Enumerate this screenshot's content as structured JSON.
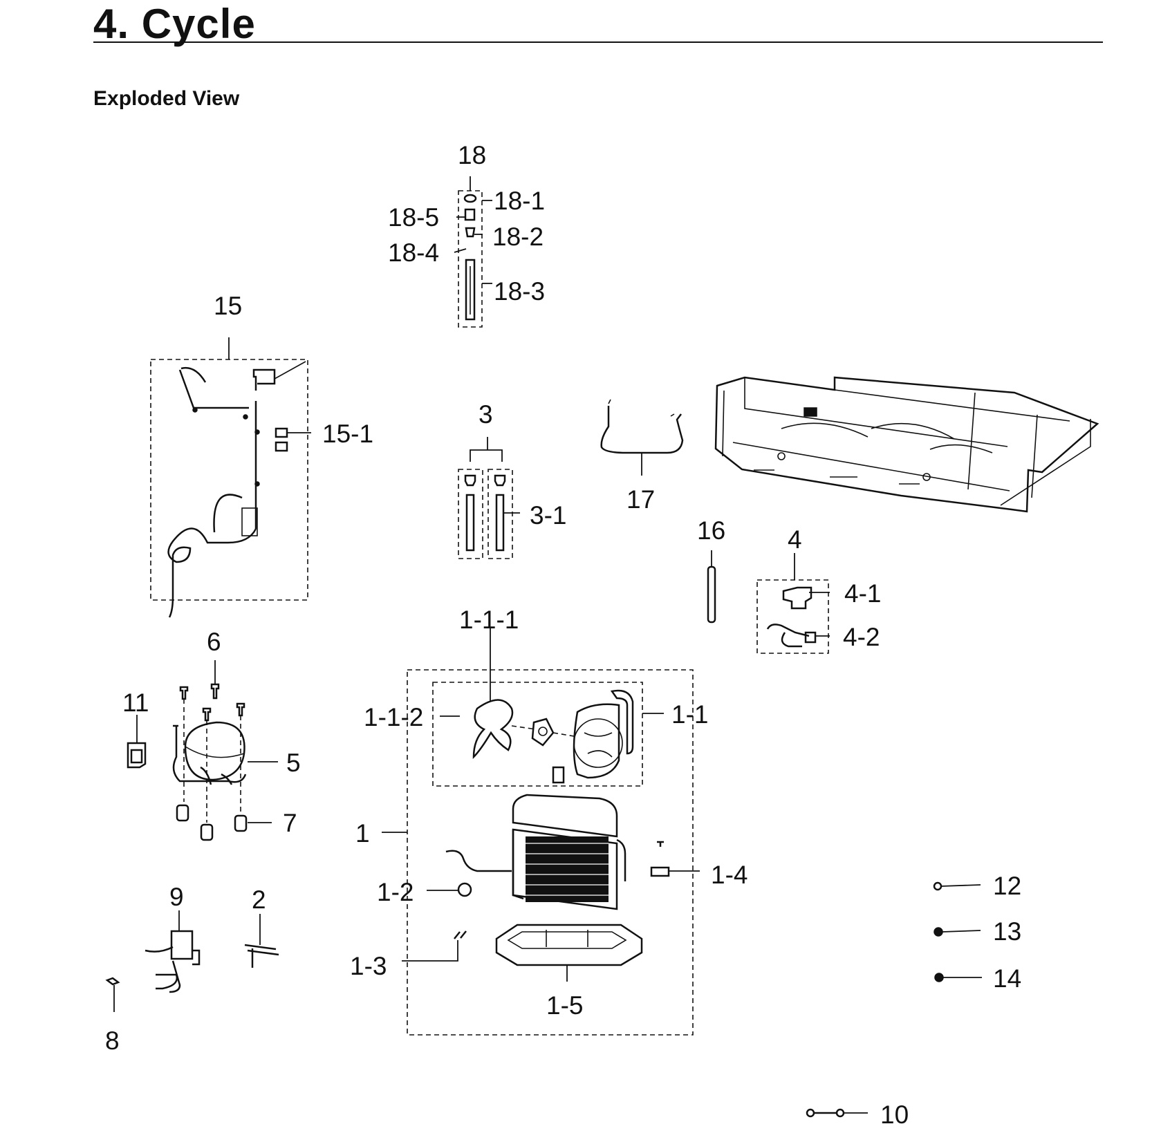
{
  "title": "4.  Cycle",
  "subtitle": "Exploded View",
  "labels": [
    {
      "id": "18",
      "text": "18"
    },
    {
      "id": "18-1",
      "text": "18-1"
    },
    {
      "id": "18-2",
      "text": "18-2"
    },
    {
      "id": "18-3",
      "text": "18-3"
    },
    {
      "id": "18-4",
      "text": "18-4"
    },
    {
      "id": "18-5",
      "text": "18-5"
    },
    {
      "id": "15",
      "text": "15"
    },
    {
      "id": "15-1",
      "text": "15-1"
    },
    {
      "id": "3",
      "text": "3"
    },
    {
      "id": "3-1",
      "text": "3-1"
    },
    {
      "id": "17",
      "text": "17"
    },
    {
      "id": "16",
      "text": "16"
    },
    {
      "id": "4",
      "text": "4"
    },
    {
      "id": "4-1",
      "text": "4-1"
    },
    {
      "id": "4-2",
      "text": "4-2"
    },
    {
      "id": "6",
      "text": "6"
    },
    {
      "id": "11",
      "text": "11"
    },
    {
      "id": "5",
      "text": "5"
    },
    {
      "id": "7",
      "text": "7"
    },
    {
      "id": "1-1-1",
      "text": "1-1-1"
    },
    {
      "id": "1-1-2",
      "text": "1-1-2"
    },
    {
      "id": "1-1",
      "text": "1-1"
    },
    {
      "id": "1",
      "text": "1"
    },
    {
      "id": "1-4",
      "text": "1-4"
    },
    {
      "id": "1-2",
      "text": "1-2"
    },
    {
      "id": "1-3",
      "text": "1-3"
    },
    {
      "id": "1-5",
      "text": "1-5"
    },
    {
      "id": "9",
      "text": "9"
    },
    {
      "id": "2",
      "text": "2"
    },
    {
      "id": "8",
      "text": "8"
    },
    {
      "id": "12",
      "text": "12"
    },
    {
      "id": "13",
      "text": "13"
    },
    {
      "id": "14",
      "text": "14"
    },
    {
      "id": "10",
      "text": "10"
    }
  ]
}
